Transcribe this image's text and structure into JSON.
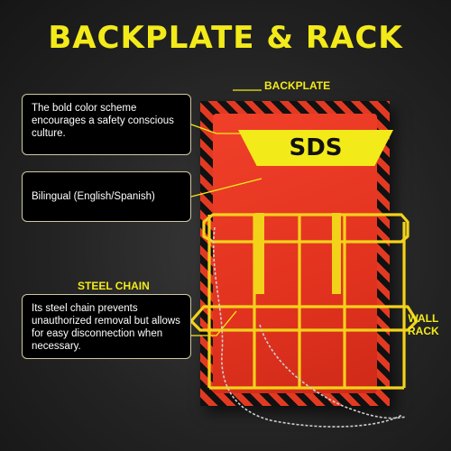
{
  "headline": "BACKPLATE & RACK",
  "labels": {
    "backplate": "BACKPLATE",
    "steel_chain": "STEEL CHAIN",
    "wall": "WALL",
    "rack": "RACK"
  },
  "sign": {
    "text": "SDS"
  },
  "callouts": [
    {
      "text": "The bold color scheme encourages a safety conscious culture."
    },
    {
      "text": "Bilingual (English/Spanish)"
    },
    {
      "text": "Its steel chain prevents unauthorized removal but allows for easy disconnection when necessary."
    }
  ],
  "colors": {
    "accent_yellow": "#f3ea1a",
    "board_red": "#e2331f",
    "stripe_black": "#111111",
    "background": "#232323"
  }
}
